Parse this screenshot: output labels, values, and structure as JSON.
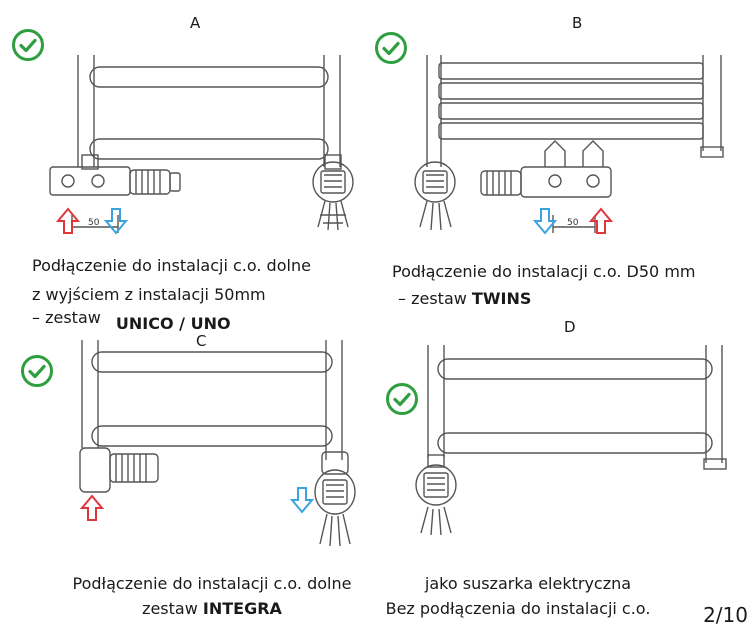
{
  "panels": {
    "a": {
      "letter": "A",
      "line1": "Podłączenie do instalacji c.o. dolne",
      "line2": "z wyjściem z instalacji 50mm",
      "line3_prefix": "–  zestaw ",
      "line3_bold": "UNICO / UNO",
      "dim": "50"
    },
    "b": {
      "letter": "B",
      "line1": "Podłączenie do instalacji c.o. D50 mm",
      "line2_prefix": "–  zestaw ",
      "line2_bold": "TWINS",
      "dim": "50"
    },
    "c": {
      "letter": "C",
      "line1": "Podłączenie do instalacji c.o. dolne",
      "line2_prefix": "zestaw ",
      "line2_bold": "INTEGRA"
    },
    "d": {
      "letter": "D",
      "line1": "jako suszarka elektryczna",
      "line2": "Bez podłączenia do instalacji c.o."
    }
  },
  "page_number": "2/10",
  "colors": {
    "check": "#2e9e3e",
    "supply_arrow": "#e0353b",
    "return_arrow": "#3aa3e0"
  },
  "icons": [
    "check-circle-icon",
    "up-arrow-icon",
    "down-arrow-icon"
  ]
}
